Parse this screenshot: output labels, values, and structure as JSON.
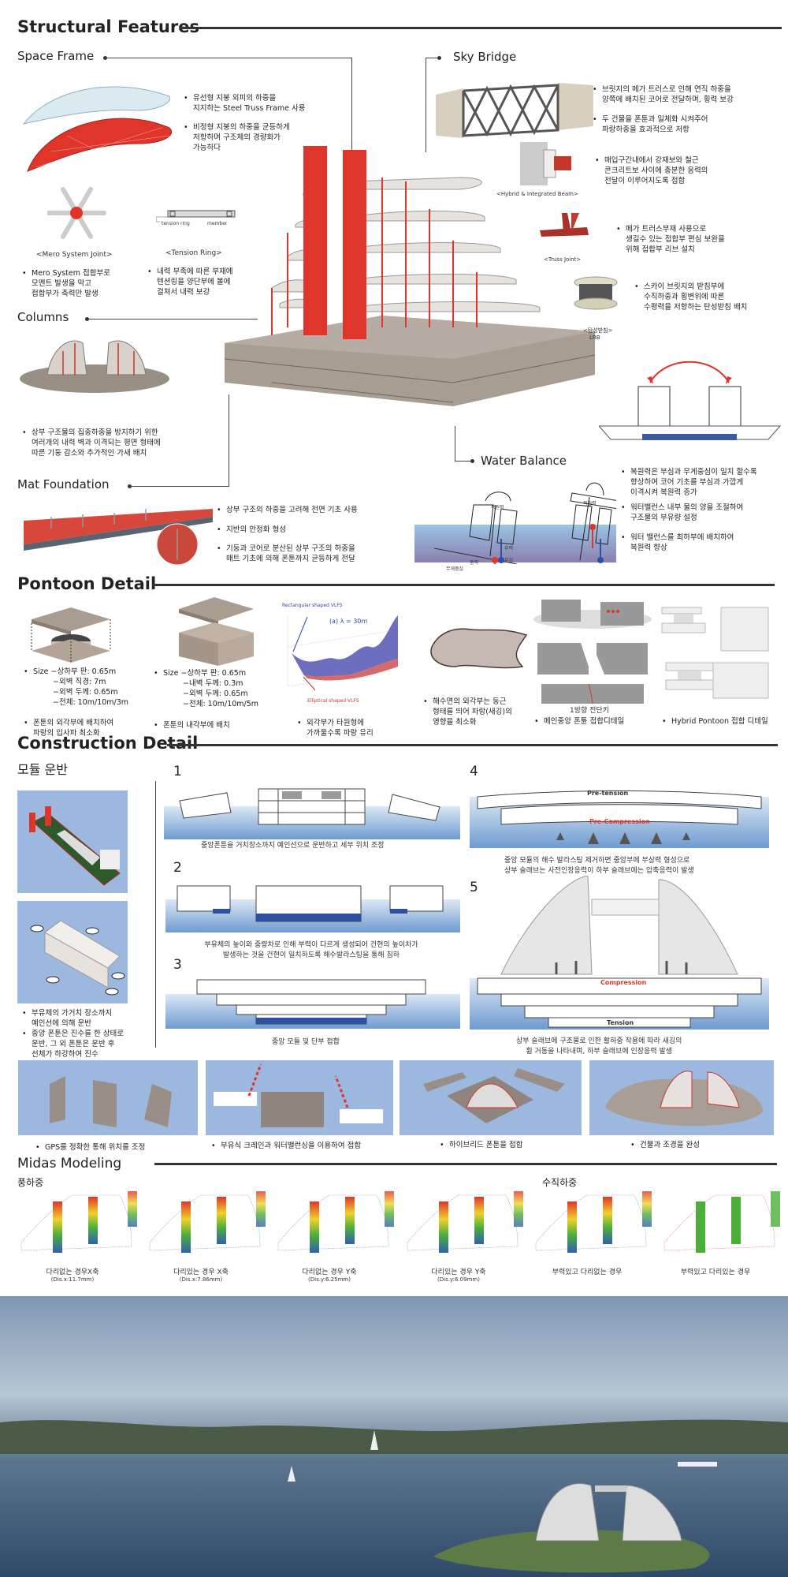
{
  "structural": {
    "title": "Structural Features",
    "space_frame": {
      "label": "Space Frame",
      "bullets": [
        [
          "유선형 지붕 외피의 하중을",
          "지지하는 Steel Truss Frame 사용"
        ],
        [
          "비정형 지붕의 하중을 균등하게",
          "저항하며 구조체의 경량화가",
          "가능하다"
        ]
      ],
      "mero_label": "<Mero System Joint>",
      "tension_label": "<Tension Ring>",
      "tension_ring_tag": "tension ring",
      "member_tag": "member",
      "mero_bullet": [
        "Mero System 접합부로",
        "모멘트 발생을 막고",
        "접합부가 축력만 발생"
      ],
      "tension_bullet": [
        "내력 부족에 따른 부재에",
        "텐션링을 양단부에 볼에",
        "걸쳐서 내력 보강"
      ]
    },
    "columns": {
      "label": "Columns",
      "bullet": [
        "상부 구조물의 집중하중을 방지하기 위한",
        "여러개의 내력 벽과 이격되는 평면 형태에",
        "따른 기둥 감소와 추가적인 가새 배치"
      ]
    },
    "mat": {
      "label": "Mat Foundation",
      "bullets": [
        [
          "상부 구조의 하중을 고려해 전면 기초 사용"
        ],
        [
          "지반의 안정화 형성"
        ],
        [
          "기둥과 코어로 분산된 상부 구조의 하중을",
          "매트 기초에 의해 폰툰까지 균등하게 전달"
        ]
      ]
    },
    "sky_bridge": {
      "label": "Sky Bridge",
      "bullets": [
        [
          "브릿지의 메가 트러스로 인해 연직 하중을",
          "양쪽에 배치된 코어로 전달하며, 횡력 보강"
        ],
        [
          "두 건물을 폰툰과 일체화 시켜주어",
          "파랑하중을 효과적으로 저항"
        ]
      ],
      "beam_bullet": [
        "매입구간내에서 강재보와 철근",
        "콘크리트보 사이에 충분한 응력의",
        "전달이 이루어지도록 접합"
      ],
      "beam_label": "<Hybrid & Integrated Beam>",
      "truss_bullet": [
        "메가 트러스부재 사용으로",
        "생길수 있는 접합부 편심 보완을",
        "위해 접합부 리브 설치"
      ],
      "truss_label": "<Truss Joint>",
      "lrb_bullet": [
        "스카이 브릿지의 받침부에",
        "수직하중과 횡변위에 따른",
        "수평력을 저항하는 탄성받침 배치"
      ],
      "lrb_label": "<탄성받침>",
      "lrb_sub": "LRB"
    },
    "water": {
      "label": "Water Balance",
      "diagram": {
        "restoring": "복원력",
        "buoyancy": "부력",
        "center_buoy": "부심",
        "center_gravity": "무게중심",
        "gravity": "중력"
      },
      "bullets": [
        [
          "복원력은 부심과 무게중심이 일치 할수록",
          "향상하여 코어 기초를 부심과 가깝게",
          "이격시켜 복원력 증가"
        ],
        [
          "워터밸런스 내부 물의 양을 조절하여",
          "구조물의 부유량 설정"
        ],
        [
          "워터 밸런스를 최하부에 배치하여",
          "복원력 향상"
        ]
      ]
    }
  },
  "pontoon": {
    "title": "Pontoon Detail",
    "a": {
      "size": [
        "Size −상하부 판: 0.65m",
        "−외벽 직경: 7m",
        "−외벽 두께: 0.65m",
        "−전체: 10m/10m/3m"
      ],
      "bullet": [
        "폰툰의 외각부에 배치하여",
        "파랑의 입사파 최소화"
      ]
    },
    "b": {
      "size": [
        "Size −상하부 판: 0.65m",
        "−내벽 두께: 0.3m",
        "−외벽 두께: 0.65m",
        "−전체: 10m/10m/5m"
      ],
      "bullet": [
        "폰툰의 내각부에 배치"
      ]
    },
    "chart": {
      "rect_label": "Rectangular shaped VLFS",
      "ellip_label": "Elliptical shaped VLFS",
      "lambda": "(a) λ = 30m",
      "bullet": [
        "외각부가 타원형에",
        "가까울수록 파랑 유리"
      ]
    },
    "shape_bullet": [
      "해수면의 외각부는 둥근",
      "형태를 띄어 파랑(새깅)의",
      "영향을 최소화"
    ],
    "shear_key": "1방향 전단키",
    "main_joint": "메인중앙 폰튠 접합디테일",
    "hybrid_joint": "Hybrid Pontoon 접합 디테일"
  },
  "construction": {
    "title": "Construction Detail",
    "module_title": "모듈 운반",
    "module_bullets": [
      [
        "부유체의 가거치 장소까지",
        "예인선에 의해 운반"
      ],
      [
        "중앙 폰툰은 진수를 한 상태로",
        "운반, 그 외 폰툰은 운반 후",
        "선체가 하강하여 진수"
      ]
    ],
    "steps": [
      {
        "num": "1",
        "caption": [
          "중앙폰툰을 거치장소까지 예인선으로 운반하고 세부 위치 조정"
        ]
      },
      {
        "num": "2",
        "caption": [
          "부유체의 높이와 중량차로 인해 부력이 다르게 생성되어 건현의 높이차가",
          "발생하는 것을 건현이 일치하도록 해수발라스팅을 통해 침하"
        ]
      },
      {
        "num": "3",
        "caption": [
          "중앙 모듈 및 단부 접합"
        ]
      },
      {
        "num": "4",
        "caption": [
          "중앙 모듈의 해수 발라스팅 제거하면 중앙부에 부상력 형성으로",
          "상부 슬래브는 사전인장응력이 하부 슬래브에는 압축응력이 발생"
        ],
        "top": "Pre-tension",
        "bottom": "Pre-Compression"
      },
      {
        "num": "5",
        "caption": [
          "상부 슬래브에 구조물로 인한 활하중 작용에 따라 새깅의",
          "휨 거동을 나타내며, 하부 슬래브에 인장응력 발생"
        ],
        "top": "Compression",
        "bottom": "Tension"
      }
    ],
    "sequence": [
      "GPS를 정확한 통해 위치를 조정",
      "부유식 크레인과 워터밸런싱을 이용하여 접합",
      "하이브리드 폰툰을 접합",
      "건물과 조경을 완성"
    ]
  },
  "midas": {
    "title": "Midas Modeling",
    "wind": "풍하중",
    "vertical": "수직하중",
    "models": [
      {
        "caption": "다리없는 경우X축",
        "dis": "(Dis.x:11.7mm)"
      },
      {
        "caption": "다리있는 경우 X축",
        "dis": "(Dis.x:7.86mm)"
      },
      {
        "caption": "다리없는 경우 Y축",
        "dis": "(Dis.y:6.25mm)"
      },
      {
        "caption": "다리있는 경우 Y축",
        "dis": "(Dis.y:6.09mm)"
      },
      {
        "caption": "부력있고 다리없는 경우",
        "dis": ""
      },
      {
        "caption": "부력있고 다리있는 경우",
        "dis": ""
      }
    ]
  },
  "colors": {
    "accent_red": "#e0352b",
    "water_blue": "#6f9bd0",
    "ballast_blue": "#2f4fa0"
  }
}
